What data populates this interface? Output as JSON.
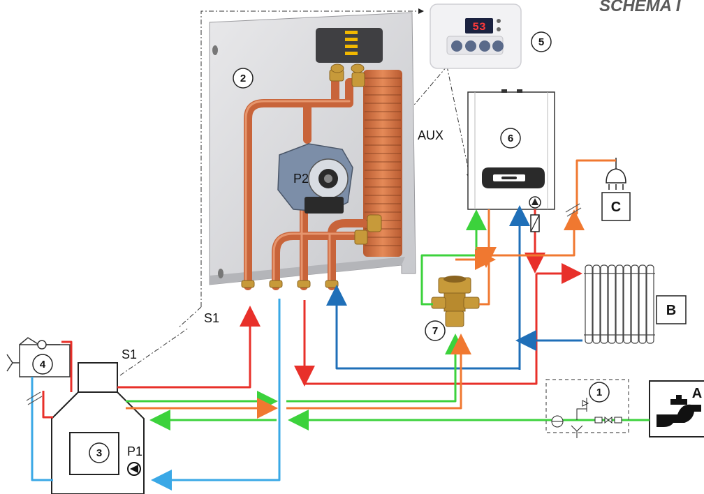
{
  "title": "SCHEMA I",
  "labels": {
    "aux": "AUX",
    "p1": "P1",
    "p2": "P2",
    "s1_top": "S1",
    "s1_boiler": "S1"
  },
  "callouts": {
    "c1": "1",
    "c2": "2",
    "c3": "3",
    "c4": "4",
    "c5": "5",
    "c6": "6",
    "c7": "7"
  },
  "boxes": {
    "a": "A",
    "b": "B",
    "c": "C"
  },
  "controller_display": "53",
  "colors": {
    "hot": "#e8302a",
    "cold": "#3aa8e6",
    "return": "#1f6fb8",
    "solar": "#3cd23c",
    "dhw": "#f07830",
    "copper": "#c8643a"
  }
}
